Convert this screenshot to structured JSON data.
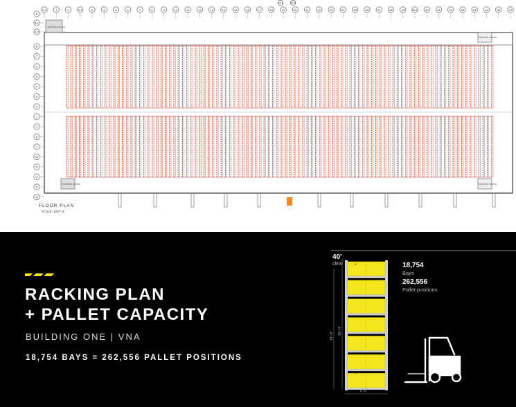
{
  "floor_plan": {
    "label": "FLOOR PLAN",
    "scale": "SCALE: 1/64\"=1'",
    "column_labels": [
      "0.1",
      "1",
      "2",
      "2.1",
      "3",
      "4",
      "5",
      "6",
      "7",
      "8",
      "9",
      "10",
      "11",
      "12",
      "13",
      "14",
      "15",
      "16",
      "17",
      "18",
      "19",
      "20",
      "21",
      "22",
      "23",
      "24",
      "25",
      "26",
      "27",
      "28",
      "29",
      "29.1",
      "30",
      "31",
      "32",
      "33",
      "34",
      "35",
      "36",
      "37"
    ],
    "extra_column_labels": [
      "19.1",
      "19.9"
    ],
    "row_labels": [
      "A",
      "A.1",
      "A.2",
      "B",
      "C",
      "D",
      "E",
      "F",
      "G",
      "H",
      "I",
      "J",
      "K",
      "L",
      "M",
      "N",
      "O",
      "P",
      "Q"
    ],
    "notes": [
      "SHIPPING OFFICE",
      "SHIPPING OFFICE",
      "SHIPPING OFFICE",
      "SHIPPING OFFICE"
    ]
  },
  "heading": {
    "line1": "RACKING PLAN",
    "line2": "+ PALLET CAPACITY",
    "subtitle": "BUILDING ONE | VNA",
    "summary": "18,754 BAYS = 262,556 PALLET POSITIONS"
  },
  "rack_diagram": {
    "height_value": "40'",
    "height_label": "clear",
    "vertical_dim": "35'-0\"",
    "vertical_dim_total": "41'-0\"",
    "width_dim": "8'-0\"",
    "top_level": "8\"",
    "bottom_level": "8\"",
    "rack_color": "#f4e61c"
  },
  "stats": [
    {
      "value": "18,754",
      "label": "Bays"
    },
    {
      "value": "262,556",
      "label": "Pallet positions"
    }
  ]
}
